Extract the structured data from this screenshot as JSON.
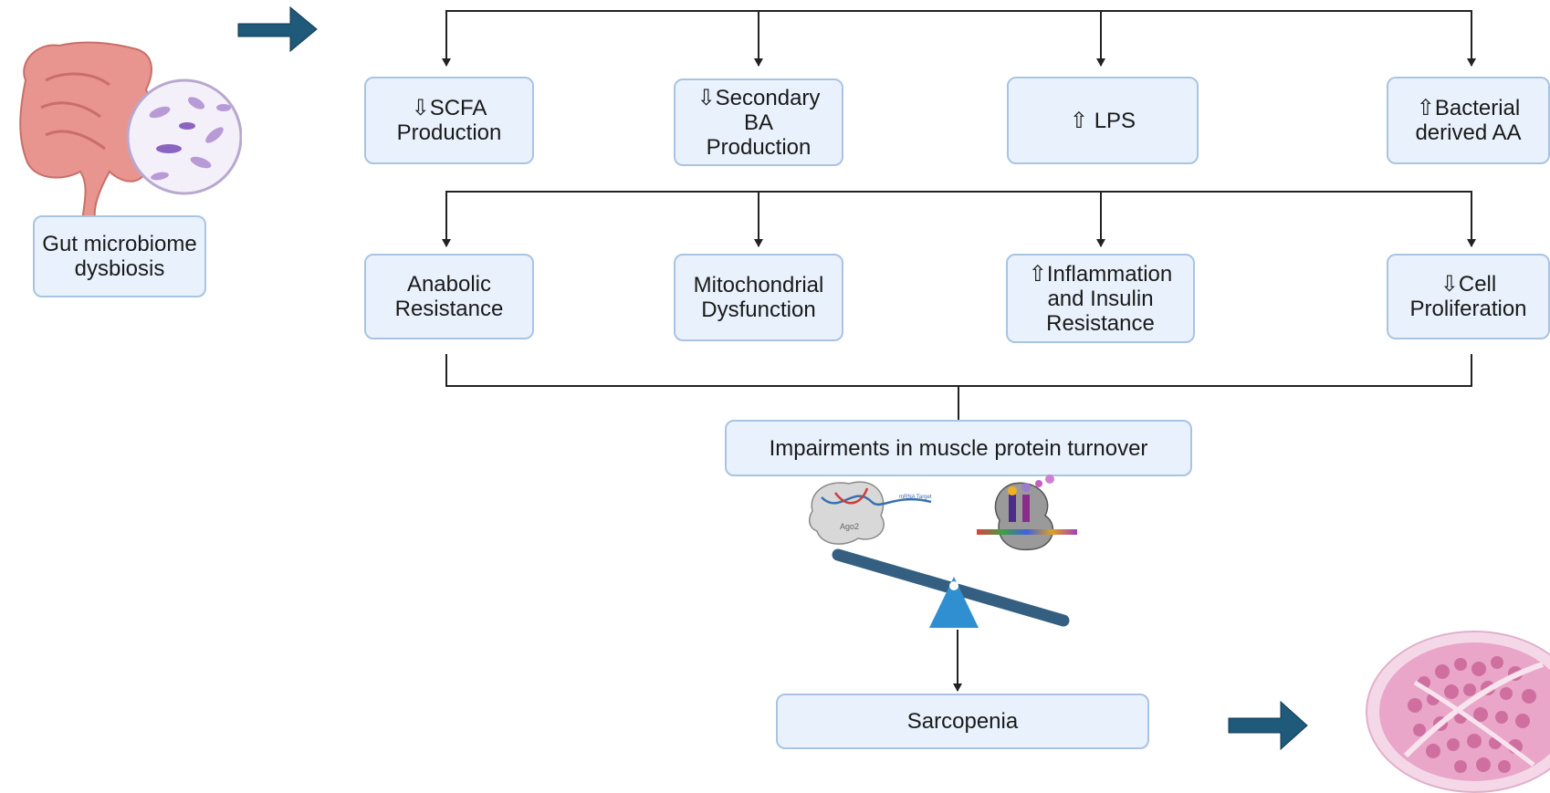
{
  "boxes": {
    "gut": "Gut microbiome\ndysbiosis",
    "scfa": "⇩SCFA\nProduction",
    "secondary_ba": "⇩Secondary BA\nProduction",
    "lps": "⇧ LPS",
    "bacterial_aa": "⇧Bacterial\nderived AA",
    "anabolic": "Anabolic\nResistance",
    "mito": "Mitochondrial\nDysfunction",
    "inflammation": "⇧Inflammation\nand Insulin\nResistance",
    "cell_prolif": "⇩Cell\nProliferation",
    "impairments": "Impairments in muscle protein turnover",
    "sarcopenia": "Sarcopenia"
  },
  "illustration_labels": {
    "ago2": "Ago2",
    "mrna_target": "mRNA Target"
  },
  "colors": {
    "box_fill": "#e9f2fc",
    "box_border": "#a9c4e2",
    "block_arrow": "#1f5a7a",
    "seesaw": "#2f8fd0",
    "intestine": "#e8958f",
    "muscle": "#e9a6c8"
  }
}
